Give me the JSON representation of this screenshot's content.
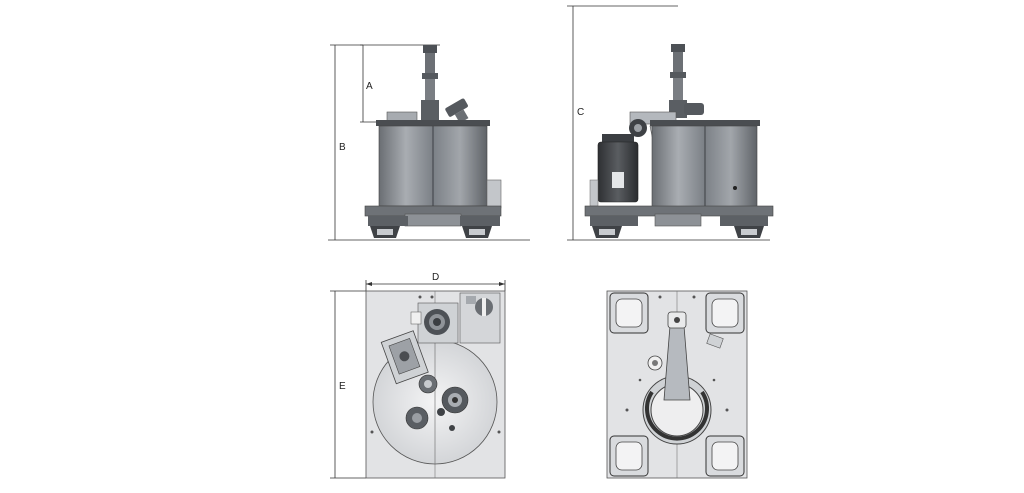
{
  "figure": {
    "views": [
      {
        "id": "front-elevation"
      },
      {
        "id": "side-elevation"
      },
      {
        "id": "top-plan"
      },
      {
        "id": "bottom-plan"
      }
    ]
  },
  "dimensions": {
    "a": "A",
    "b": "B",
    "c": "C",
    "d": "D",
    "e": "E"
  },
  "colors": {
    "steel_dark": "#5d6166",
    "steel_mid": "#8a8f95",
    "steel_light": "#c9ccd0",
    "plate": "#e4e5e7",
    "line": "#333333"
  }
}
